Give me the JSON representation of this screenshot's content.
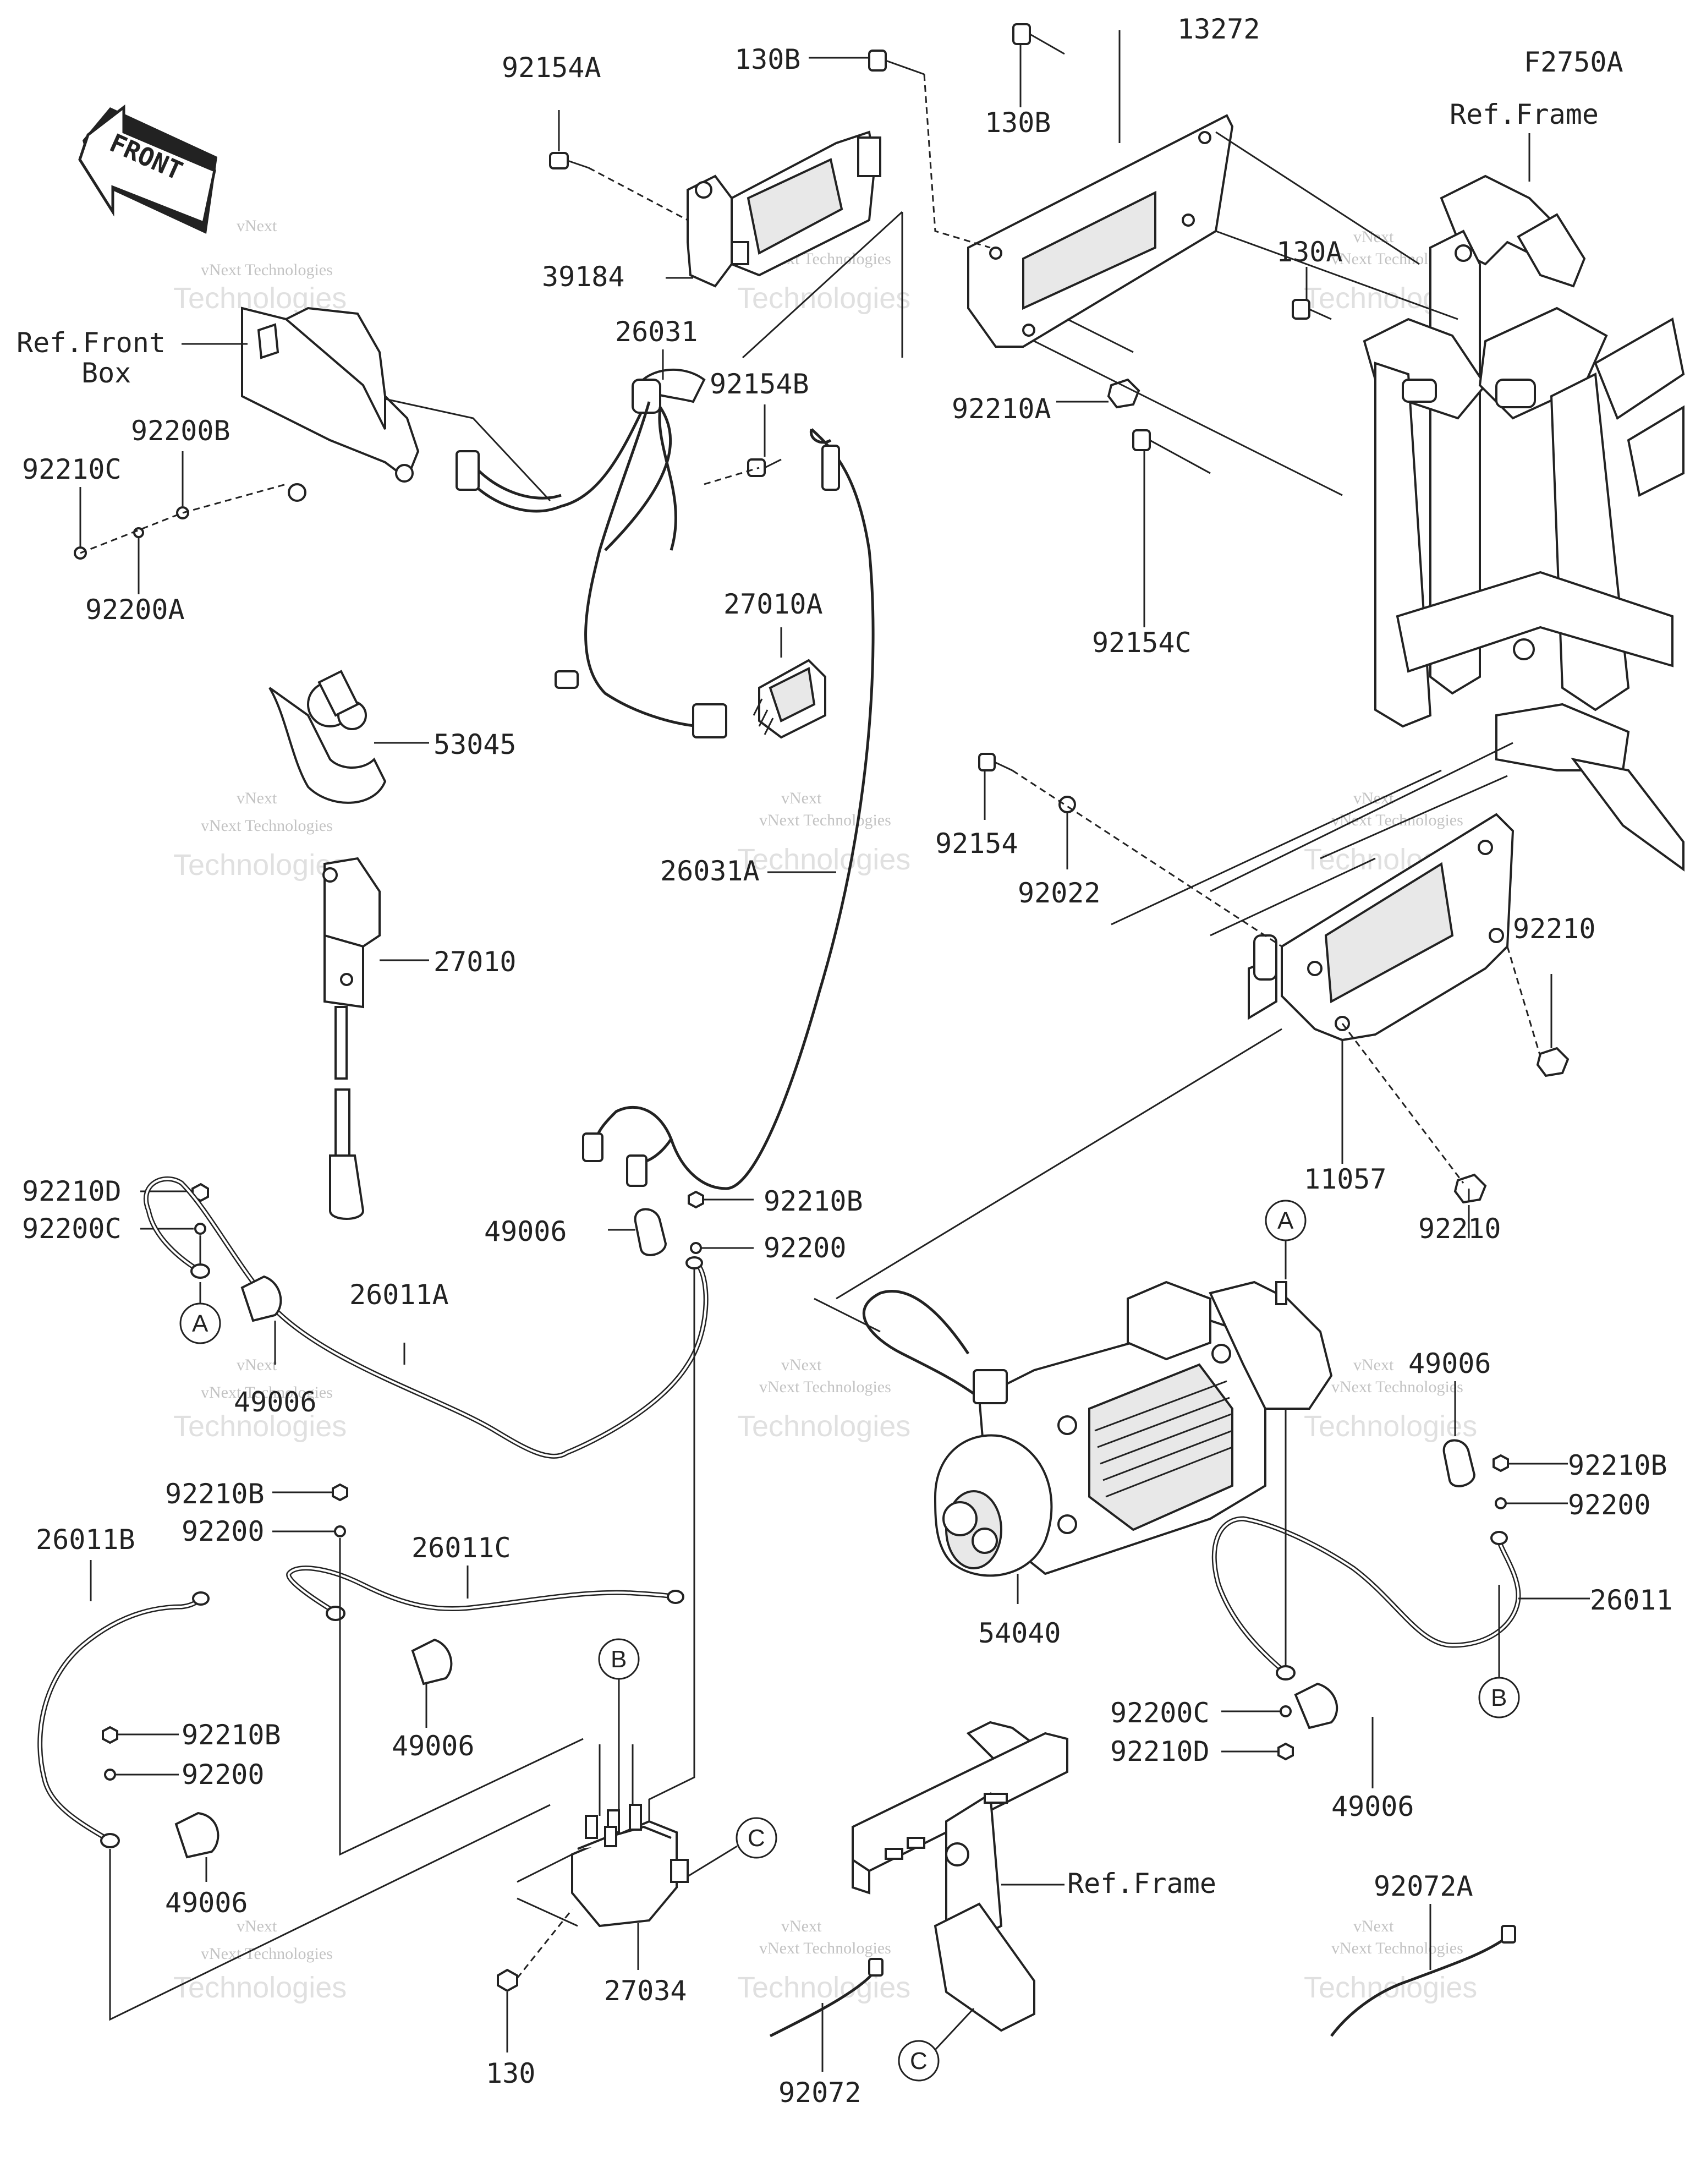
{
  "diagram_code": "F2750A",
  "front_arrow_label": "FRONT",
  "ref_labels": {
    "ref_frame_top": "Ref.Frame",
    "ref_front_box_line1": "Ref.Front",
    "ref_front_box_line2": "Box",
    "ref_frame_bottom": "Ref.Frame"
  },
  "callouts": [
    "A",
    "B",
    "C"
  ],
  "part_labels": {
    "p92154A": "92154A",
    "p130B_1": "130B",
    "p130B_2": "130B",
    "p13272": "13272",
    "p39184": "39184",
    "p92210A": "92210A",
    "p130A": "130A",
    "p92200B": "92200B",
    "p92210C": "92210C",
    "p92200A": "92200A",
    "p26031": "26031",
    "p92154B": "92154B",
    "p27010A": "27010A",
    "p92154C": "92154C",
    "p53045": "53045",
    "p26031A": "26031A",
    "p92154": "92154",
    "p92022": "92022",
    "p92210_1": "92210",
    "p27010": "27010",
    "p11057": "11057",
    "p92210_2": "92210",
    "p92210D_1": "92210D",
    "p92200C_1": "92200C",
    "p92210B_1": "92210B",
    "p49006_1": "49006",
    "p92200_1": "92200",
    "p26011A": "26011A",
    "p49006_2": "49006",
    "p49006_3": "49006",
    "p92210B_2": "92210B",
    "p92200_2": "92200",
    "p26011": "26011",
    "p92210B_3": "92210B",
    "p92200_3": "92200",
    "p26011C": "26011C",
    "p26011B": "26011B",
    "p54040": "54040",
    "p49006_4": "49006",
    "p92200C_2": "92200C",
    "p92210D_2": "92210D",
    "p49006_5": "49006",
    "p92210B_4": "92210B",
    "p92200_4": "92200",
    "p49006_6": "49006",
    "p92072A": "92072A",
    "p27034": "27034",
    "p130": "130",
    "p92072": "92072"
  },
  "watermark": {
    "line1": "vNext",
    "line2": "vNext Technologies",
    "line3": "Technologies"
  }
}
